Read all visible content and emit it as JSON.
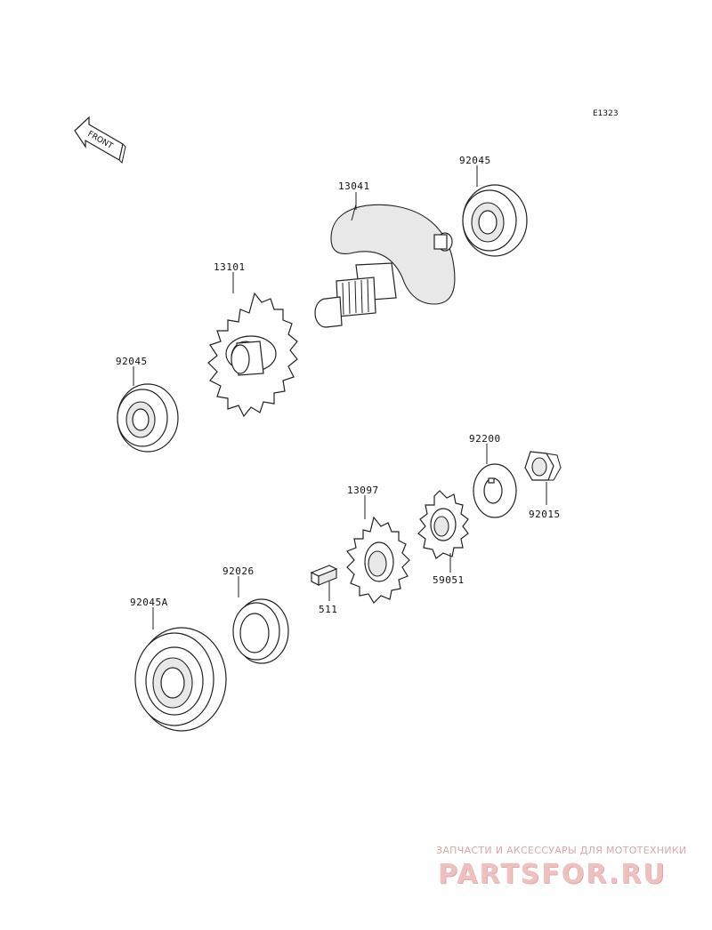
{
  "diagram": {
    "code": "E1323",
    "front_label": "FRONT",
    "parts": {
      "p13041": "13041",
      "p92045_top": "92045",
      "p13101": "13101",
      "p92045_left": "92045",
      "p92200": "92200",
      "p92015": "92015",
      "p13097": "13097",
      "p59051": "59051",
      "p92026": "92026",
      "p511": "511",
      "p92045a": "92045A"
    }
  },
  "watermark": {
    "tagline": "ЗАПЧАСТИ И АКСЕССУАРЫ ДЛЯ МОТОТЕХНИКИ",
    "brand": "PARTSFOR.RU"
  }
}
